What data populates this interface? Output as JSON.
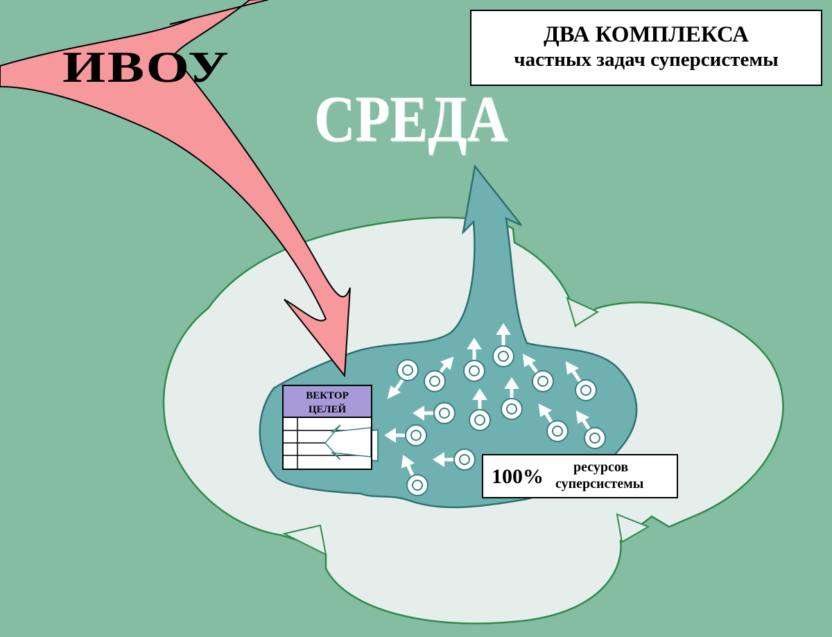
{
  "title": {
    "line1": "ДВА КОМПЛЕКСА",
    "line2": "частных задач суперсистемы"
  },
  "label_ivou": "ИВОУ",
  "label_environment": "СРЕДА",
  "goal_vector": {
    "line1": "ВЕКТОР",
    "line2": "ЦЕЛЕЙ"
  },
  "resources": {
    "percent": "100%",
    "line1": "ресурсов",
    "line2": "суперсистемы"
  },
  "colors": {
    "background": "#84bda2",
    "outer_cloud": "#e6eeec",
    "outer_cloud_border": "#2f8a4a",
    "inner_blob": "#6fb1b1",
    "pink_arrow": "#f7999c",
    "goal_header": "#a69bd8"
  }
}
